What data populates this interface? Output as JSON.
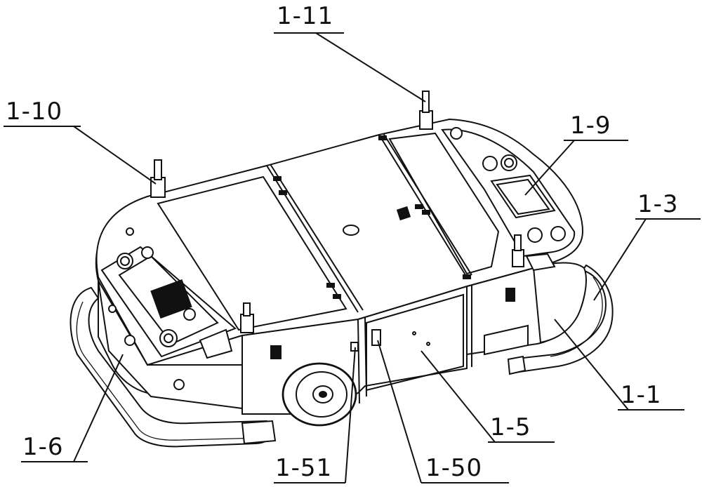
{
  "labels": {
    "l_1_11": "1-11",
    "l_1_10": "1-10",
    "l_1_9": "1-9",
    "l_1_3": "1-3",
    "l_1_1": "1-1",
    "l_1_5": "1-5",
    "l_1_50": "1-50",
    "l_1_51": "1-51",
    "l_1_6": "1-6"
  }
}
